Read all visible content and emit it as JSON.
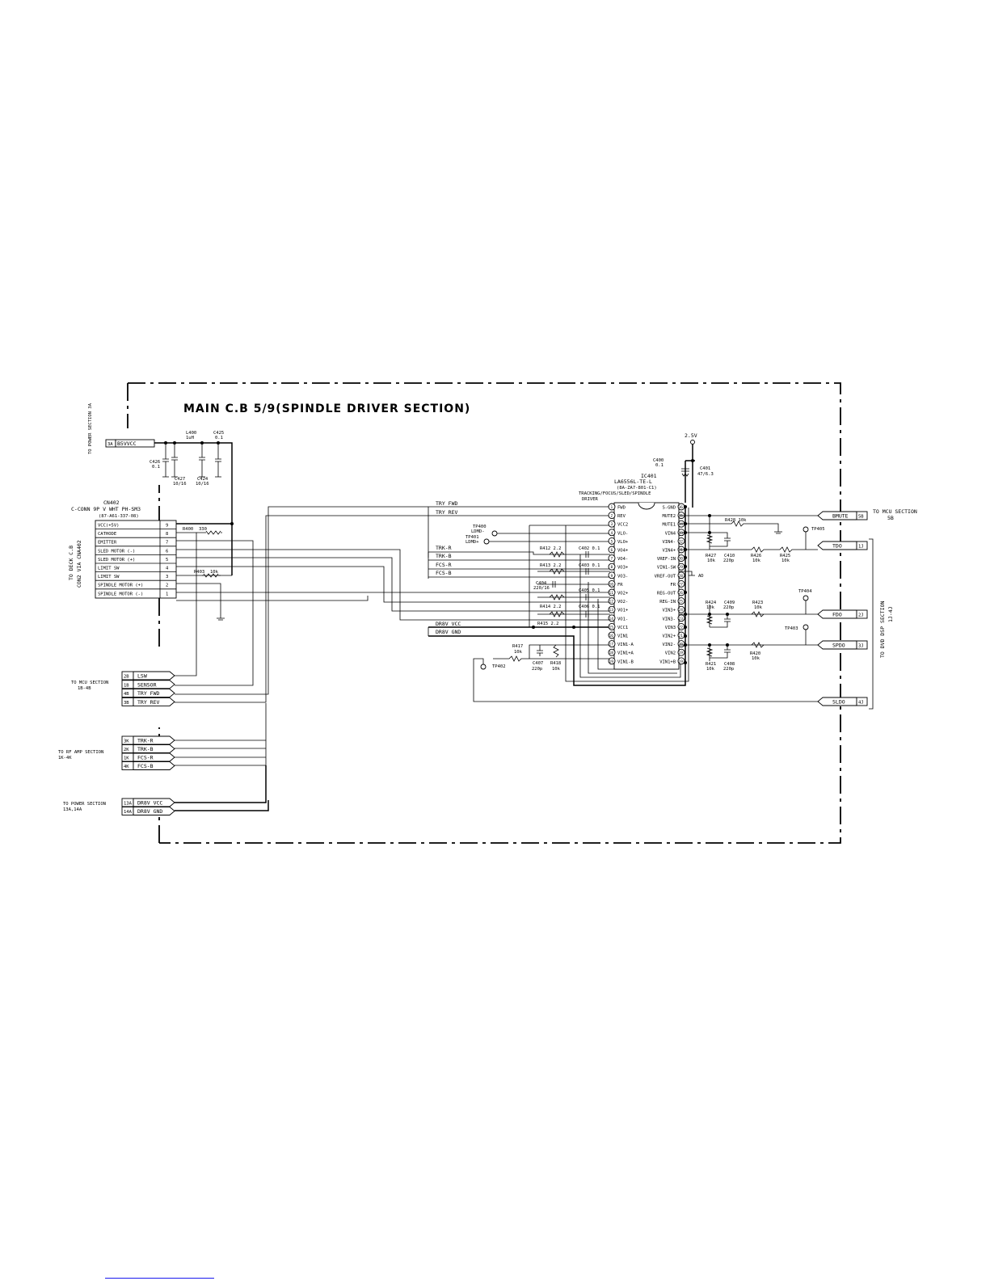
{
  "title": "MAIN C.B 5/9(SPINDLE DRIVER SECTION)",
  "power_in": {
    "label": "TO POWER SECTION 3A",
    "pin": "3A",
    "net": "B5VVCC"
  },
  "filter": {
    "l400": {
      "ref": "L400",
      "val": "1uH"
    },
    "c425": {
      "ref": "C425",
      "val": "0.1"
    },
    "c426": {
      "ref": "C426",
      "val": "0.1"
    },
    "c427": {
      "ref": "C427",
      "val": "10/16"
    },
    "c424": {
      "ref": "C424",
      "val": "10/16"
    }
  },
  "connector": {
    "ref": "CN402",
    "type": "C-CONN 9P V WHT PH-SM3",
    "part": "(87-A61-337-08)",
    "side_label_1": "TO DECK C.B",
    "side_label_2": "CON2 VIA CNA402",
    "pins": [
      {
        "name": "VCC(+5V)",
        "num": "9"
      },
      {
        "name": "CATHODE",
        "num": "8"
      },
      {
        "name": "EMITTER",
        "num": "7"
      },
      {
        "name": "SLED MOTOR (-)",
        "num": "6"
      },
      {
        "name": "SLED MOTOR (+)",
        "num": "5"
      },
      {
        "name": "LIMIT SW",
        "num": "4"
      },
      {
        "name": "LIMIT SW",
        "num": "3"
      },
      {
        "name": "SPINDLE MOTOR (+)",
        "num": "2"
      },
      {
        "name": "SPINDLE MOTOR (-)",
        "num": "1"
      }
    ]
  },
  "r400": {
    "ref": "R400",
    "val": "330"
  },
  "r403": {
    "ref": "R403",
    "val": "10k"
  },
  "mcu_in": {
    "label1": "TO MCU SECTION",
    "label2": "1B-4B",
    "rows": [
      {
        "pin": "2B",
        "net": "LSW"
      },
      {
        "pin": "1B",
        "net": "SENSOR"
      },
      {
        "pin": "4B",
        "net": "TRY FWD"
      },
      {
        "pin": "3B",
        "net": "TRY REV"
      }
    ]
  },
  "rf_in": {
    "label1": "TO RF AMP SECTION",
    "label2": "1K-4K",
    "rows": [
      {
        "pin": "3K",
        "net": "TRK-R"
      },
      {
        "pin": "2K",
        "net": "TRK-B"
      },
      {
        "pin": "1K",
        "net": "FCS-R"
      },
      {
        "pin": "4K",
        "net": "FCS-B"
      }
    ]
  },
  "pwr_in": {
    "label1": "TO POWER SECTION",
    "label2": "13A,14A",
    "rows": [
      {
        "pin": "13A",
        "net": "DR8V VCC"
      },
      {
        "pin": "14A",
        "net": "DR8V GND"
      }
    ]
  },
  "signals": {
    "try_fwd": "TRY FWD",
    "try_rev": "TRY REV",
    "trk_r": "TRK-R",
    "trk_b": "TRK-B",
    "fcs_r": "FCS-R",
    "fcs_b": "FCS-B",
    "dr8v_vcc": "DR8V VCC",
    "dr8v_gnd": "DR8V GND"
  },
  "tp": {
    "tp400": "TP400",
    "tp400_net": "LDMD-",
    "tp401": "TP401",
    "tp401_net": "LDMD+",
    "tp402": "TP402",
    "tp403": "TP403",
    "tp404": "TP404",
    "tp405": "TP405"
  },
  "ic": {
    "ref": "IC401",
    "part": "LA6556L-TE-L",
    "code": "(8A-ZA7-801-C1)",
    "desc1": "TRACKING/FOCUS/SLED/SPINDLE",
    "desc2": "DRIVER",
    "left_pins": [
      {
        "num": "1",
        "name": "FWD"
      },
      {
        "num": "2",
        "name": "REV"
      },
      {
        "num": "3",
        "name": "VCC2"
      },
      {
        "num": "4",
        "name": "VLO-"
      },
      {
        "num": "5",
        "name": "VLO+"
      },
      {
        "num": "6",
        "name": "VO4+"
      },
      {
        "num": "7",
        "name": "VO4-"
      },
      {
        "num": "8",
        "name": "VO3+"
      },
      {
        "num": "9",
        "name": "VO3-"
      },
      {
        "num": "10",
        "name": "FR"
      },
      {
        "num": "11",
        "name": "VO2+"
      },
      {
        "num": "12",
        "name": "VO2-"
      },
      {
        "num": "13",
        "name": "VO1+"
      },
      {
        "num": "14",
        "name": "VO1-"
      },
      {
        "num": "15",
        "name": "VCC1"
      },
      {
        "num": "16",
        "name": "VIN1"
      },
      {
        "num": "17",
        "name": "VIN1-A"
      },
      {
        "num": "18",
        "name": "VIN1+A"
      },
      {
        "num": "19",
        "name": "VIN1-B"
      }
    ],
    "right_pins": [
      {
        "num": "36",
        "name": "S-GND"
      },
      {
        "num": "35",
        "name": "MUTE2"
      },
      {
        "num": "34",
        "name": "MUTE1"
      },
      {
        "num": "33",
        "name": "VIN4"
      },
      {
        "num": "32",
        "name": "VIN4-"
      },
      {
        "num": "31",
        "name": "VIN4+"
      },
      {
        "num": "30",
        "name": "VREF-IN"
      },
      {
        "num": "29",
        "name": "VIN1-SW"
      },
      {
        "num": "28",
        "name": "VREF-OUT"
      },
      {
        "num": "27",
        "name": "FR"
      },
      {
        "num": "26",
        "name": "REG-OUT"
      },
      {
        "num": "25",
        "name": "REG-IN"
      },
      {
        "num": "24",
        "name": "VIN3+"
      },
      {
        "num": "23",
        "name": "VIN3-"
      },
      {
        "num": "22",
        "name": "VIN3"
      },
      {
        "num": "21",
        "name": "VIN2+"
      },
      {
        "num": "20",
        "name": "VIN2-"
      },
      {
        "num": "19b",
        "name": "VIN2"
      },
      {
        "num": "19",
        "name": "VIN1+B"
      }
    ]
  },
  "supply_2v5": "2.5V",
  "c400": {
    "ref": "C400",
    "val": "0.1"
  },
  "c401": {
    "ref": "C401",
    "val": "47/6.3"
  },
  "parts_mid": {
    "r412": "R412 2.2",
    "c402": "C402 0.1",
    "r413": "R413 2.2",
    "c403": "C403 0.1",
    "c404": "C404",
    "c404v": "220/16",
    "c405": "C405 0.1",
    "r414": "R414 2.2",
    "c406": "C406 0.1",
    "r415": "R415 2.2",
    "r417": "R417",
    "r417v": "10k",
    "c407": "C407",
    "c407v": "220p",
    "r418": "R418",
    "r418v": "10k"
  },
  "parts_right": {
    "r428": "R428 10k",
    "r427": "R427",
    "r427v": "10k",
    "c410": "C410",
    "c410v": "220p",
    "r426": "R426",
    "r426v": "10k",
    "r425": "R425",
    "r425v": "10k",
    "r424": "R424",
    "r424v": "10k",
    "c409": "C409",
    "c409v": "220p",
    "r423": "R423",
    "r423v": "10k",
    "r421": "R421",
    "r421v": "10k",
    "c408": "C408",
    "c408v": "220p",
    "r420": "R420",
    "r420v": "10k",
    "ad": "AD"
  },
  "right_conn": {
    "side_label": "TO DVD DSP SECTION",
    "side_label2": "1J-4J",
    "mute_net": "BMUTE",
    "mute_pin": "5B",
    "mute_label1": "TO MCU SECTION",
    "mute_label2": "5B",
    "rows": [
      {
        "net": "TDO",
        "pin": "1J"
      },
      {
        "net": "FDO",
        "pin": "2J"
      },
      {
        "net": "SPDO",
        "pin": "3J"
      },
      {
        "net": "SLDO",
        "pin": "4J"
      }
    ]
  }
}
